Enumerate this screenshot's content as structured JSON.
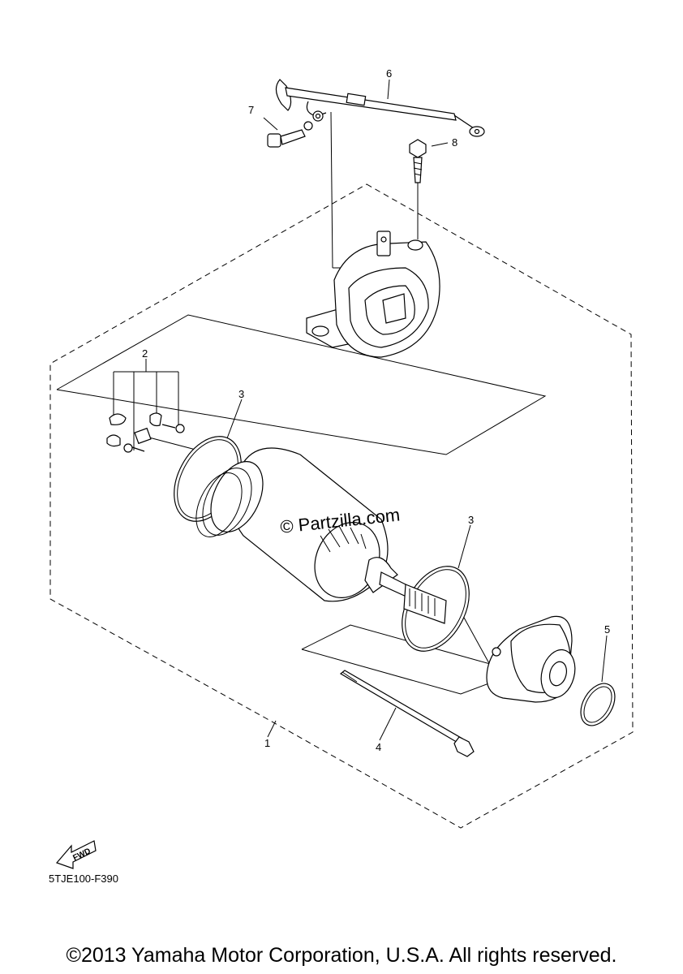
{
  "diagram": {
    "callouts": [
      "1",
      "2",
      "3",
      "3",
      "4",
      "5",
      "6",
      "7",
      "8"
    ],
    "watermark": "© Partzilla.com",
    "fwd_label": "FWD",
    "reference_code": "5TJE100-F390",
    "copyright": "©2013 Yamaha Motor Corporation, U.S.A. All rights reserved."
  }
}
